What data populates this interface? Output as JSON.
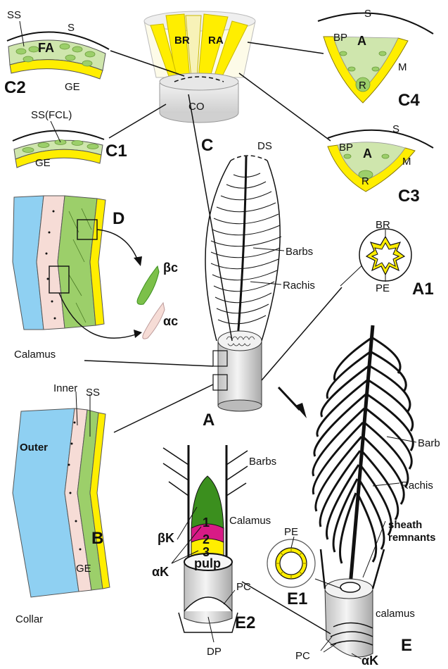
{
  "figure": {
    "panels": {
      "A": "A",
      "A1": "A1",
      "B": "B",
      "C": "C",
      "C1": "C1",
      "C2": "C2",
      "C3": "C3",
      "C4": "C4",
      "D": "D",
      "E": "E",
      "E1": "E1",
      "E2": "E2"
    },
    "labels": {
      "c2_ss": "SS",
      "c2_s": "S",
      "c2_fa": "FA",
      "c2_ge": "GE",
      "c1_ss": "SS(FCL)",
      "c1_ge": "GE",
      "c_br": "BR",
      "c_ra": "RA",
      "c_co": "CO",
      "c4_s": "S",
      "c4_bp": "BP",
      "c4_a": "A",
      "c4_m": "M",
      "c4_r": "R",
      "c3_s": "S",
      "c3_bp": "BP",
      "c3_a": "A",
      "c3_m": "M",
      "c3_r": "R",
      "ds": "DS",
      "barbs": "Barbs",
      "rachis": "Rachis",
      "a1_br": "BR",
      "a1_pe": "PE",
      "beta_c": "βc",
      "alpha_c": "αc",
      "calamus_d": "Calamus",
      "b_inner": "Inner",
      "b_ss": "SS",
      "b_outer": "Outer",
      "b_ge": "GE",
      "b_collar": "Collar",
      "e2_barbs": "Barbs",
      "e2_calamus": "Calamus",
      "e2_bk": "βK",
      "e2_ak": "αK",
      "e2_1": "1",
      "e2_2": "2",
      "e2_3": "3",
      "e2_pulp": "pulp",
      "e2_pc": "PC",
      "e2_dp": "DP",
      "e_barb": "Barb",
      "e_rachis": "Rachis",
      "e_sheath1": "sheath",
      "e_sheath2": "remnants",
      "e_pe": "PE",
      "e_calamus": "calamus",
      "e_pc": "PC",
      "e_ak": "αK"
    },
    "colors": {
      "yellow": "#ffee00",
      "green": "#9ccf6a",
      "light_green": "#cfe6ad",
      "dark_green": "#3b8f1e",
      "blue": "#8fd0f2",
      "pink": "#f6dcd6",
      "magenta": "#d81b86",
      "gray": "#d9d9d9"
    }
  }
}
